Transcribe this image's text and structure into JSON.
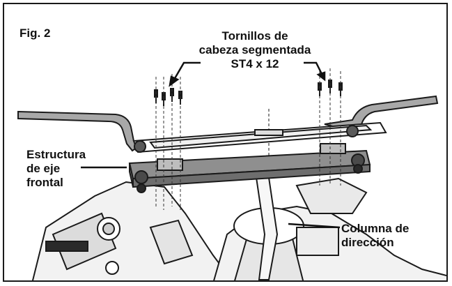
{
  "figure": {
    "label": "Fig. 2"
  },
  "callouts": {
    "screws": {
      "line1": "Tornillos de",
      "line2": "cabeza segmentada",
      "line3": "ST4 x 12"
    },
    "front_axle": {
      "line1": "Estructura",
      "line2": "de eje",
      "line3": "frontal"
    },
    "steering_column": {
      "line1": "Columna de",
      "line2": "dirección"
    }
  },
  "colors": {
    "outline": "#1a1a1a",
    "metal": "#8f8f8f",
    "metal_dark": "#6e6e6e",
    "body": "#f2f2f2"
  }
}
